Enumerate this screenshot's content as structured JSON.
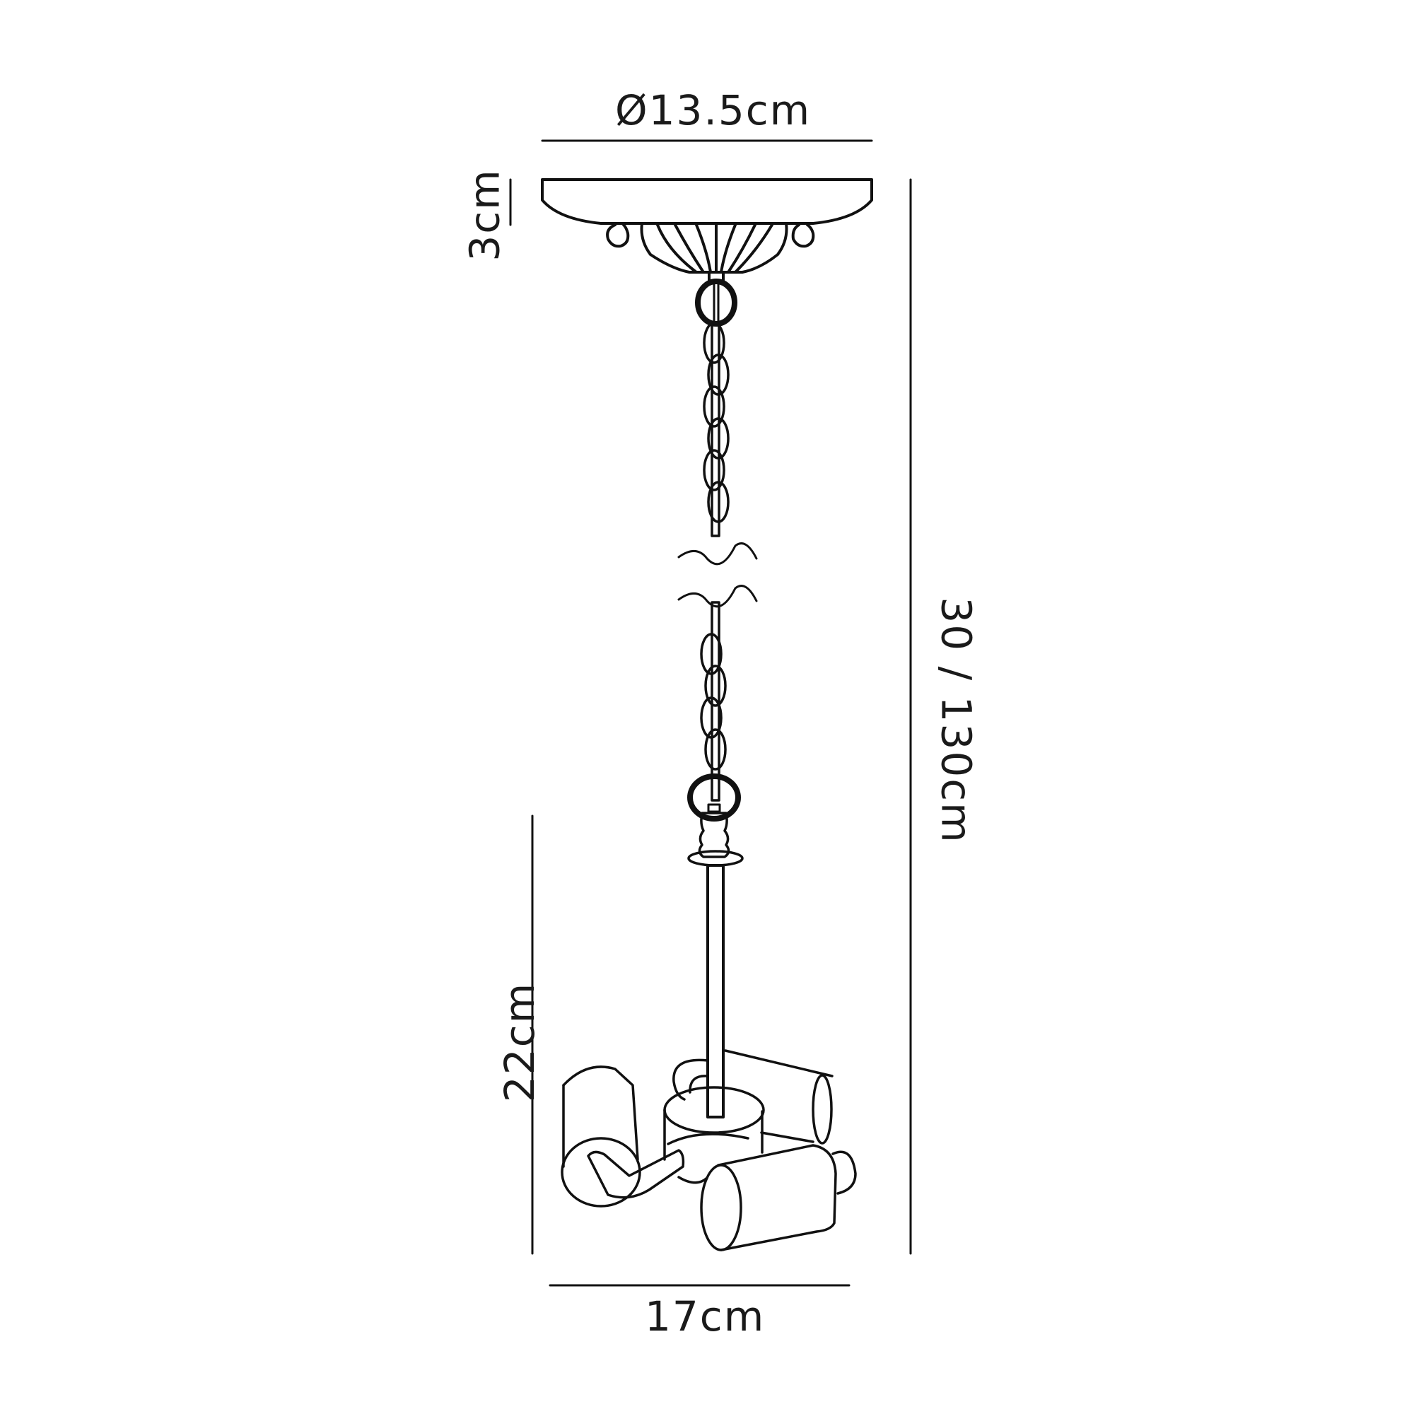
{
  "diagram": {
    "type": "product dimension drawing",
    "subject": "pendant light with chain, 4 cylindrical spot heads",
    "line_color": "#111111",
    "background": "#ffffff"
  },
  "dimensions": {
    "canopy_diameter": "Ø13.5cm",
    "canopy_height": "3cm",
    "overall_height": "30 / 130cm",
    "body_height": "22cm",
    "body_width": "17cm"
  }
}
